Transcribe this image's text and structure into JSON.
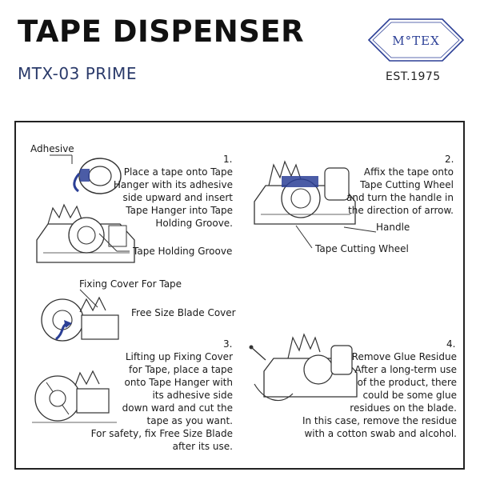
{
  "header": {
    "title": "TAPE DISPENSER",
    "model": "MTX-03 PRIME",
    "logo_text": "M°TEX",
    "established": "EST.1975"
  },
  "steps": [
    {
      "number": "1.",
      "lines": [
        "Place a tape onto Tape",
        "Hanger with its adhesive",
        "side upward and insert",
        "Tape Hanger into Tape",
        "Holding Groove."
      ],
      "labels": [
        "Adhesive",
        "Tape Holding Groove"
      ]
    },
    {
      "number": "2.",
      "lines": [
        "Affix the tape onto",
        "Tape Cutting Wheel",
        "and turn the handle in",
        "the direction of arrow."
      ],
      "labels": [
        "Handle",
        "Tape Cutting Wheel"
      ]
    },
    {
      "number": "3.",
      "lines": [
        "Lifting up Fixing Cover",
        "for Tape, place a tape",
        "onto Tape Hanger with",
        "its adhesive side",
        "down ward and cut the",
        "tape as you want.",
        "For safety, fix  Free Size Blade",
        "after its use."
      ],
      "labels": [
        "Fixing Cover For Tape",
        "Free Size Blade Cover"
      ]
    },
    {
      "number": "4.",
      "lines": [
        "Remove Glue Residue",
        "After a long-term use",
        "of the product, there",
        "could be some glue",
        "residues on the blade.",
        "In this case, remove the residue",
        "with a cotton swab and alcohol."
      ]
    }
  ],
  "colors": {
    "accent": "#2b3f96",
    "line": "#333333"
  }
}
